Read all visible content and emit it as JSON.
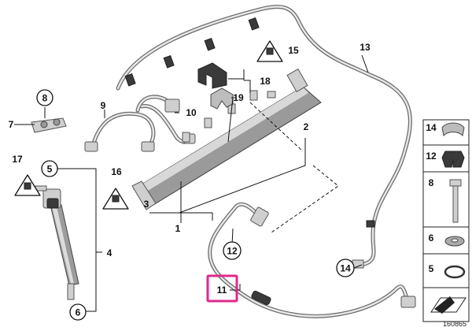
{
  "labels": {
    "l1": "1",
    "l3": "3",
    "l4": "4",
    "l5": "5",
    "l6": "6",
    "l7": "7",
    "l8": "8",
    "l9": "9",
    "l10": "10",
    "l11": "11",
    "l12": "12",
    "l13": "13",
    "l14": "14",
    "l15": "15",
    "l16": "16",
    "l17": "17",
    "l18": "18",
    "l19": "19",
    "l2": "2"
  },
  "side_panel": {
    "items": [
      "14",
      "12",
      "8",
      "6",
      "5"
    ]
  },
  "diagram_code": "160865",
  "colors": {
    "highlight": "#e0288c",
    "line": "#111111",
    "metal": "#cfcfcf"
  }
}
